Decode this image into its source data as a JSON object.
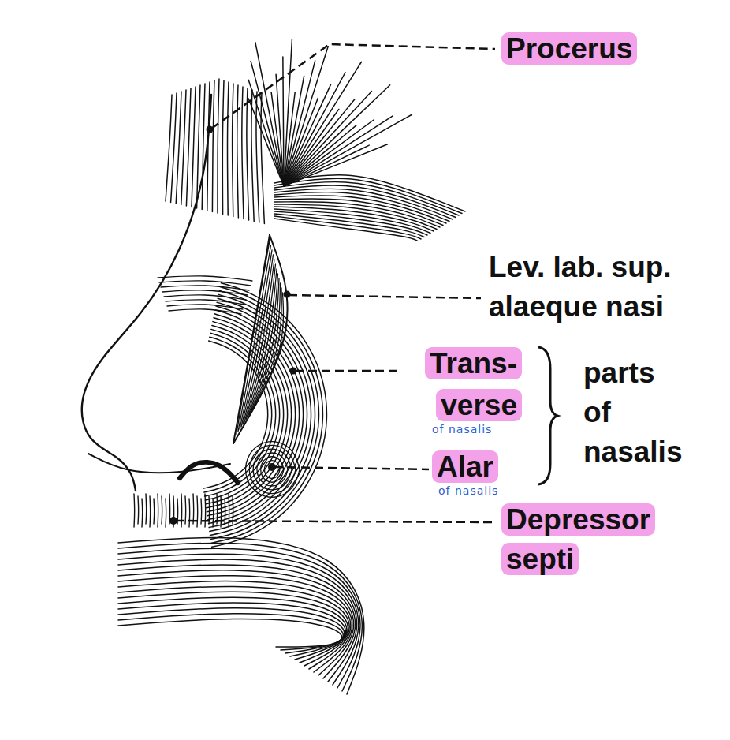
{
  "diagram": {
    "labels": [
      "Procerus",
      "Lev. lab. sup. alaeque nasi",
      "Trans- verse",
      "of nasalis",
      "Alar",
      "of nasalis",
      "parts of nasalis",
      "Depressor septi"
    ]
  }
}
